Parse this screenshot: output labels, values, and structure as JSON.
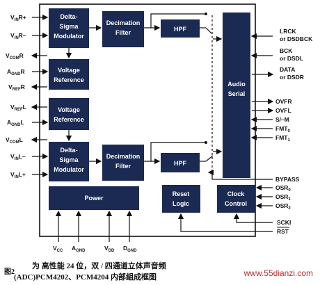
{
  "blocks": {
    "ds_r_1": "Delta-",
    "ds_r_2": "Sigma",
    "ds_r_3": "Modulator",
    "dec_r_1": "Decimation",
    "dec_r_2": "Filter",
    "hpf_r": "HPF",
    "vref_r_1": "Voltage",
    "vref_r_2": "Reference",
    "vref_l_1": "Voltage",
    "vref_l_2": "Reference",
    "ds_l_1": "Delta-",
    "ds_l_2": "Sigma",
    "ds_l_3": "Modulator",
    "dec_l_1": "Decimation",
    "dec_l_2": "Filter",
    "hpf_l": "HPF",
    "audio_1": "Audio",
    "audio_2": "Serial",
    "power": "Power",
    "reset_1": "Reset",
    "reset_2": "Logic",
    "clock_1": "Clock",
    "clock_2": "Control"
  },
  "left_pins": {
    "vinr_plus": {
      "main": "V",
      "sub": "IN",
      "tail": "R+"
    },
    "vinr_minus": {
      "main": "V",
      "sub": "IN",
      "tail": "R–"
    },
    "vcomr": {
      "main": "V",
      "sub": "COM",
      "tail": "R"
    },
    "agndr": {
      "main": "A",
      "sub": "GND",
      "tail": "R"
    },
    "vrefr": {
      "main": "V",
      "sub": "REF",
      "tail": "R"
    },
    "vrefl": {
      "main": "V",
      "sub": "REF",
      "tail": "L"
    },
    "agndl": {
      "main": "A",
      "sub": "GND",
      "tail": "L"
    },
    "vcoml": {
      "main": "V",
      "sub": "COM",
      "tail": "L"
    },
    "vinl_minus": {
      "main": "V",
      "sub": "IN",
      "tail": "L–"
    },
    "vinl_plus": {
      "main": "V",
      "sub": "IN",
      "tail": "L+"
    }
  },
  "right_pins": {
    "lrck_1": "LRCK",
    "lrck_2": "or DSDBCK",
    "bck_1": "BCK",
    "bck_2": "or DSDL",
    "data_1": "DATA",
    "data_2": "or DSDR",
    "ovfr": "OVFR",
    "ovfl": "OVFL",
    "sm": "S/–M",
    "fmt0": {
      "main": "FMT",
      "sub": "0"
    },
    "fmt1": {
      "main": "FMT",
      "sub": "1"
    },
    "bypass": "BYPASS",
    "osr0": {
      "main": "OSR",
      "sub": "0"
    },
    "osr1": {
      "main": "OSR",
      "sub": "1"
    },
    "osr2": {
      "main": "OSR",
      "sub": "2"
    },
    "scki": "SCKI",
    "rst": "RST"
  },
  "bottom_pins": {
    "vcc": {
      "main": "V",
      "sub": "CC"
    },
    "agnd": {
      "main": "A",
      "sub": "GND"
    },
    "vdd": {
      "main": "V",
      "sub": "DD"
    },
    "dgnd": {
      "main": "D",
      "sub": "GND"
    }
  },
  "caption": {
    "fig_label": "图2",
    "line1": "为 高性能 24 位，双 / 四通道立体声音频",
    "line2": "(ADC)PCM4202、PCM4204 内部組成框图"
  },
  "watermark": "www.55dianzi.com",
  "colors": {
    "block_fill": "#1b2a52",
    "block_text": "#ffffff",
    "line": "#111111",
    "background": "#ffffff"
  }
}
